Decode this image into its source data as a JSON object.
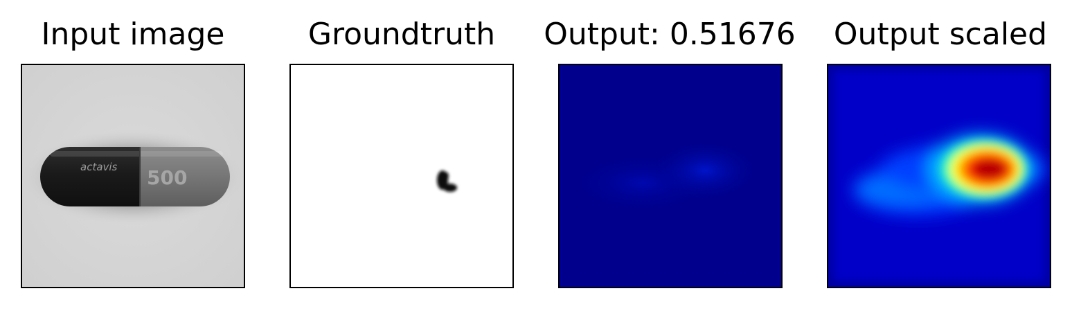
{
  "figure": {
    "panels": [
      {
        "title": "Input image",
        "content": "capsule-photo",
        "label_text": "actavis",
        "print_text": "500"
      },
      {
        "title": "Groundtruth",
        "content": "defect-mask"
      },
      {
        "title": "Output: 0.51676",
        "content": "raw-heatmap"
      },
      {
        "title": "Output scaled",
        "content": "scaled-heatmap"
      }
    ],
    "colors": {
      "photo_background": "#d8d8d8",
      "capsule_dark": "#1c1c1c",
      "capsule_light": "#7a7a7a",
      "mask_background": "#ffffff",
      "mask_defect": "#111111",
      "heatmap_base": "#00008c",
      "heatmap_low": "#0000ff",
      "heatmap_mid": "#00c8ff",
      "heatmap_high": "#ffff00",
      "heatmap_peak": "#c80000"
    }
  }
}
